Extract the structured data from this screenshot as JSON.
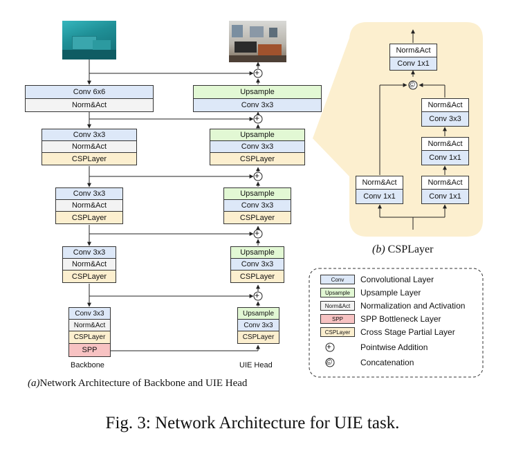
{
  "backbone": {
    "stage1": [
      "Conv 6x6",
      "Norm&Act"
    ],
    "stage2": [
      "Conv 3x3",
      "Norm&Act",
      "CSPLayer"
    ],
    "stage3": [
      "Conv 3x3",
      "Norm&Act",
      "CSPLayer"
    ],
    "stage4": [
      "Conv 3x3",
      "Norm&Act",
      "CSPLayer"
    ],
    "stage5": [
      "Conv 3x3",
      "Norm&Act",
      "CSPLayer",
      "SPP"
    ],
    "label": "Backbone"
  },
  "uie_head": {
    "stage1": [
      "Upsample",
      "Conv 3x3"
    ],
    "stage2": [
      "Upsample",
      "Conv 3x3",
      "CSPLayer"
    ],
    "stage3": [
      "Upsample",
      "Conv 3x3",
      "CSPLayer"
    ],
    "stage4": [
      "Upsample",
      "Conv 3x3",
      "CSPLayer"
    ],
    "stage5": [
      "Upsample",
      "Conv 3x3",
      "CSPLayer"
    ],
    "label": "UIE Head"
  },
  "csp_layer": {
    "top": [
      "Norm&Act",
      "Conv 1x1"
    ],
    "right_branch": [
      "Norm&Act",
      "Conv 3x3",
      "Norm&Act",
      "Conv 1x1",
      "Norm&Act",
      "Conv 1x1"
    ],
    "left_branch": [
      "Norm&Act",
      "Conv 1x1"
    ],
    "concat_symbol": "©"
  },
  "plus_symbol": "+",
  "caption_a": {
    "letter": "(a)",
    "text": "Network Architecture of Backbone and UIE Head"
  },
  "caption_b": {
    "letter": "(b)",
    "text": " CSPLayer"
  },
  "legend": [
    {
      "chip": "Conv",
      "text": "Convolutional Layer",
      "color": "#dde8f8"
    },
    {
      "chip": "Upsample",
      "text": "Upsample Layer",
      "color": "#e2f8d4"
    },
    {
      "chip": "Norm&Act",
      "text": "Normalization and Activation",
      "color": "#f3f3f3"
    },
    {
      "chip": "SPP",
      "text": "SPP Bottleneck Layer",
      "color": "#f7c2c2"
    },
    {
      "chip": "CSPLayer",
      "text": "Cross Stage Partial Layer",
      "color": "#fcefcf"
    },
    {
      "chip": "+",
      "text": "Pointwise Addition"
    },
    {
      "chip": "©",
      "text": "Concatenation"
    }
  ],
  "figure_caption": "Fig. 3: Network Architecture for UIE task."
}
